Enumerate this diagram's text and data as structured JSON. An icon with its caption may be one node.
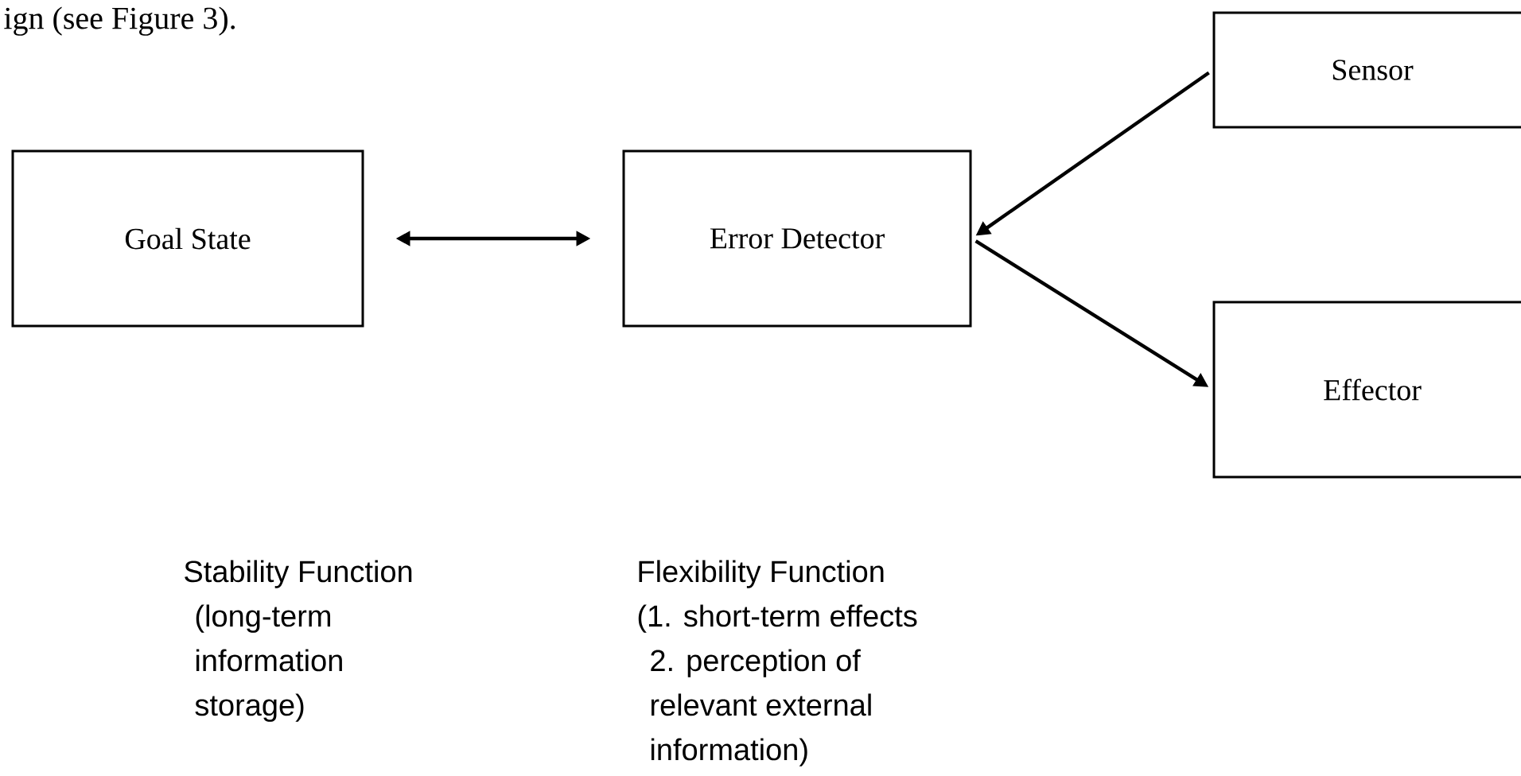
{
  "diagram": {
    "nodes": [
      {
        "text": [
          "Goal State"
        ],
        "beside": [
          "Stability Function",
          "(long-term information storage)"
        ]
      },
      {
        "text": [
          "Error Detector"
        ],
        "beside": [
          "Flexibility Function",
          "(1. short-term effects",
          "2. perception of relevant external information)"
        ]
      },
      {
        "text": [
          "Sensor"
        ]
      },
      {
        "text": [
          "Effector"
        ]
      }
    ],
    "edges": [
      {
        "from": 0,
        "to": 1,
        "arrow": "both"
      },
      {
        "from": 2,
        "to": 1,
        "arrow": "to"
      },
      {
        "from": 1,
        "to": 3,
        "arrow": "to"
      }
    ],
    "labels": [
      "ign (see Figure 3)."
    ]
  }
}
